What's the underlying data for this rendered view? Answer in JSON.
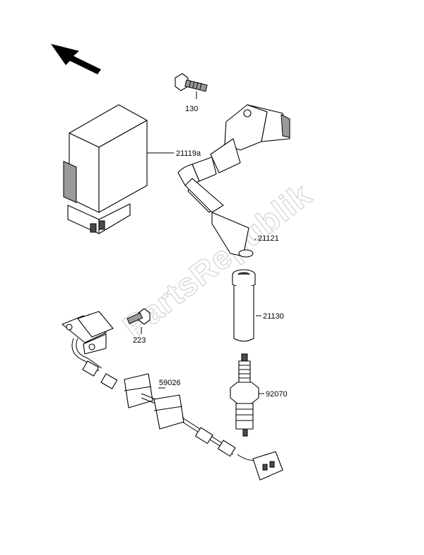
{
  "watermark": "PartsRepublik",
  "parts": {
    "bolt": "130",
    "ignitor": "21119a",
    "ignition_coil": "21121",
    "spark_plug_cap": "21130",
    "spark_plug": "92070",
    "pickup_bolt": "223",
    "pickup_coil": "59026"
  }
}
